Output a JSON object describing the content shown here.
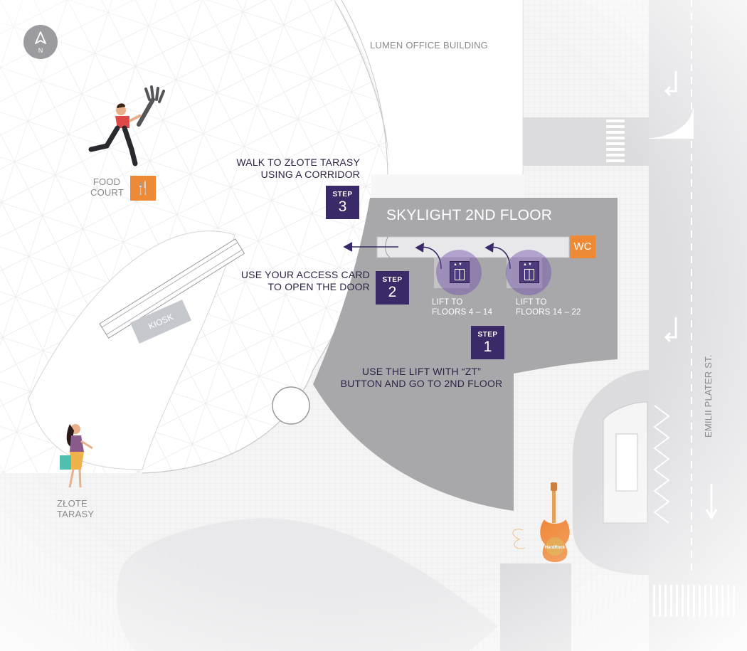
{
  "compass": {
    "label": "N",
    "icon": "north-arrow-icon"
  },
  "buildings": {
    "lumen": "LUMEN OFFICE BUILDING",
    "skylight": "SKYLIGHT 2ND FLOOR",
    "kiosk": "KIOSK",
    "food_court_line1": "FOOD",
    "food_court_line2": "COURT",
    "zlote_line1": "ZŁOTE",
    "zlote_line2": "TARASY"
  },
  "street": "EMILII PLATER ST.",
  "wc": "WC",
  "step_word": "STEP",
  "steps": [
    {
      "number": "1",
      "line1": "USE THE LIFT WITH “ZT”",
      "line2": "BUTTON AND GO TO 2ND FLOOR"
    },
    {
      "number": "2",
      "line1": "USE YOUR ACCESS CARD",
      "line2": "TO OPEN THE DOOR"
    },
    {
      "number": "3",
      "line1": "WALK TO ZŁOTE TARASY",
      "line2": "USING A CORRIDOR"
    }
  ],
  "lifts": [
    {
      "line1": "LIFT TO",
      "line2": "FLOORS 4 – 14"
    },
    {
      "line1": "LIFT TO",
      "line2": "FLOORS 14 – 22"
    }
  ],
  "colors": {
    "accent_purple": "#3b2a68",
    "accent_orange": "#ee8a35",
    "building_gray": "#a8a8ab"
  },
  "icons": [
    "north-arrow-icon",
    "fork-knife-icon",
    "elevator-icon",
    "turn-arrow-icon",
    "guitar-icon"
  ]
}
